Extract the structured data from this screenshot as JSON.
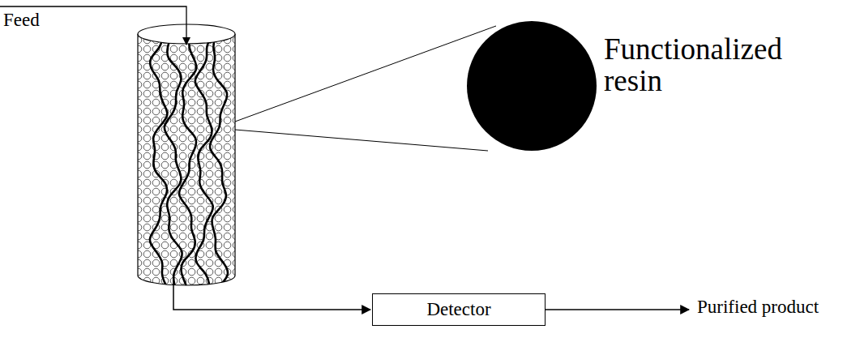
{
  "diagram": {
    "nodes": [
      {
        "text": [
          "Detector"
        ]
      }
    ],
    "labels": [
      "Feed",
      "Functionalized resin",
      "Purified product"
    ]
  }
}
